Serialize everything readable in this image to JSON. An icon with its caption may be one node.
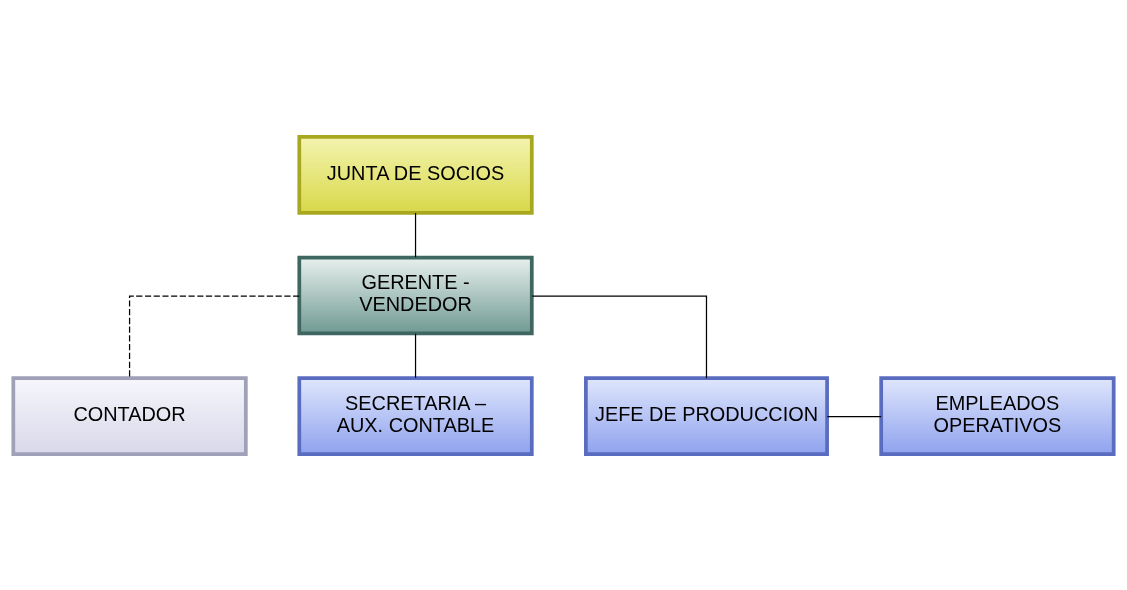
{
  "diagram": {
    "nodes": [
      {
        "text": [
          "JUNTA DE SOCIOS"
        ]
      },
      {
        "text": [
          "GERENTE - VENDEDOR"
        ]
      },
      {
        "text": [
          "CONTADOR"
        ]
      },
      {
        "text": [
          "SECRETARIA – AUX. CONTABLE"
        ]
      },
      {
        "text": [
          "JEFE DE PRODUCCION"
        ]
      },
      {
        "text": [
          "EMPLEADOS OPERATIVOS"
        ]
      }
    ],
    "edges": [
      {
        "from": 0,
        "to": 1,
        "arrow": "none"
      },
      {
        "from": 1,
        "to": 2,
        "arrow": "none",
        "style": "dashed"
      },
      {
        "from": 1,
        "to": 3,
        "arrow": "none"
      },
      {
        "from": 1,
        "to": 4,
        "arrow": "none"
      },
      {
        "from": 4,
        "to": 5,
        "arrow": "none"
      }
    ]
  }
}
